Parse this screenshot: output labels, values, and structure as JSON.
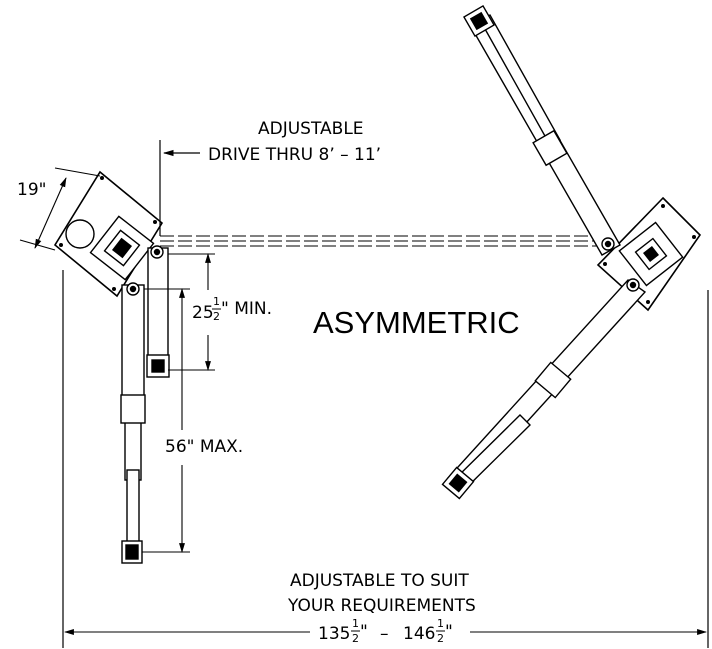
{
  "labels": {
    "adjustable_top": "ADJUSTABLE",
    "drive_thru": "DRIVE THRU 8’ – 11’",
    "arm_width": "19\"",
    "min_whole": "25",
    "min_num": "1",
    "min_den": "2",
    "min_suffix": "\" MIN.",
    "max": "56\" MAX.",
    "title": "ASYMMETRIC",
    "adjust_suit_1": "ADJUSTABLE TO SUIT",
    "adjust_suit_2": "YOUR REQUIREMENTS",
    "width_a_whole": "135",
    "width_a_num": "1",
    "width_a_den": "2",
    "width_sep": "–",
    "width_b_whole": "146",
    "width_b_num": "1",
    "width_b_den": "2",
    "width_suffix": "\""
  }
}
